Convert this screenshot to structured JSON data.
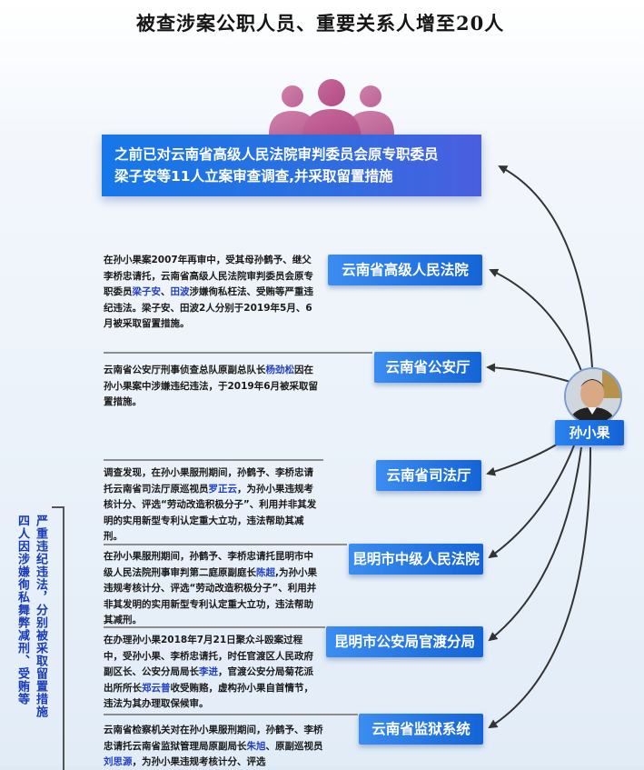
{
  "title": "被查涉案公职人员、重要关系人增至20人",
  "banner": {
    "line1": "之前已对云南省高级人民法院审判委员会原专职委员",
    "line2": "梁子安等11人立案审查调查,并采取留置措施"
  },
  "person": {
    "name": "孙小果"
  },
  "orgs": [
    {
      "label": "云南省高级人民法院"
    },
    {
      "label": "云南省公安厅"
    },
    {
      "label": "云南省司法厅"
    },
    {
      "label": "昆明市中级人民法院"
    },
    {
      "label": "昆明市公安局官渡分局"
    },
    {
      "label": "云南省监狱系统"
    }
  ],
  "paras": {
    "p1": {
      "a": "在孙小果案2007年再审中，受其母孙鹤予、继父李桥忠请托，云南省高级人民法院审判委员会原专职委员",
      "h1": "梁子安",
      "s": "、",
      "h2": "田波",
      "b": "涉嫌徇私枉法、受贿等严重违纪违法。梁子安、田波2人分别于2019年5月、6月被采取留置措施。"
    },
    "p2": {
      "a": "云南省公安厅刑事侦查总队原副总队长",
      "h1": "杨劲松",
      "b": "因在孙小果案中涉嫌违纪违法，于2019年6月被采取留置措施。"
    },
    "p3": {
      "a": "调查发现，在孙小果服刑期间，孙鹤予、李桥忠请托云南省司法厅原巡视员",
      "h1": "罗正云",
      "b": "，为孙小果违规考核计分、评选“劳动改造积极分子”、利用并非其发明的实用新型专利认定重大立功，违法帮助其减刑。"
    },
    "p4": {
      "a": "在孙小果服刑期间，孙鹤予、李桥忠请托昆明市中级人民法院刑事审判第二庭原副庭长",
      "h1": "陈超",
      "b": ",为孙小果违规考核计分、评选“劳动改造积极分子”、利用并非其发明的实用新型专利认定重大立功，违法帮助其减刑。"
    },
    "p5": {
      "a": "在办理孙小果2018年7月21日聚众斗殴案过程中，受孙小果、李桥忠请托，时任官渡区人民政府副区长、公安分局局长",
      "h1": "李进",
      "b": "，官渡公安分局菊花派出所所长",
      "h2": "郑云普",
      "c": "收受贿赂，虚构孙小果自首情节，违法为其办理取保候审。"
    },
    "p6": {
      "a": "云南省检察机关对在孙小果服刑期间，孙鹤予、李桥忠请托云南省监狱管理局原副局长",
      "h1": "朱旭",
      "s": "、原副巡视员",
      "h2": "刘思源",
      "b": "，为孙小果违规考核计分、评选"
    }
  },
  "side_note": {
    "col1": "四人因涉嫌徇私舞弊减刑、受贿等",
    "col2": "严重违纪违法，分别被采取留置措施"
  },
  "colors": {
    "accent": "#1f6fe5",
    "highlight": "#1f3fc4"
  }
}
